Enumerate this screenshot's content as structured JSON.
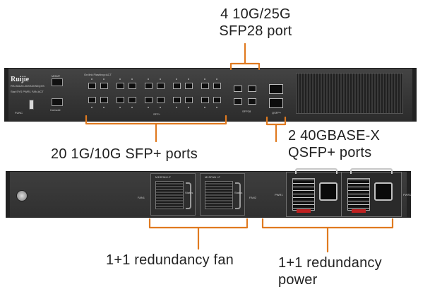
{
  "callouts": {
    "sfp28": {
      "line1": "4  10G/25G",
      "line2": "SFP28 port"
    },
    "sfp": {
      "text": "20 1G/10G SFP+ ports"
    },
    "qsfp": {
      "line1": "2 40GBASE-X",
      "line2": "QSFP+ ports"
    },
    "fan": {
      "text": "1+1 redundancy  fan"
    },
    "psu": {
      "line1": "1+1 redundancy",
      "line2": "power"
    }
  },
  "front_panel": {
    "brand": "Ruijie",
    "model": "RS-S6120-20XS4VS2QXS",
    "mgmt_label": "MGMT",
    "console_label": "Console",
    "func_label": "FUNC",
    "status_leds_label": "Stat SYS PWR1 FAN ACT",
    "sfp_group_label": "SFP+",
    "sfp28_group_label": "SFP28",
    "qsfp_group_label": "QSFP+",
    "led_legend": "On:link  Flashing=ACT"
  },
  "rear_panel": {
    "fan1_model": "M1SFAN I-F",
    "fan2_model": "M1SFAN I-F",
    "fan1_slot_label": "FAN1",
    "fan2_slot_label": "FAN2",
    "fan_status_label": "Status",
    "psu1_slot_label": "PWR1",
    "psu2_slot_label": "PWR2"
  },
  "colors": {
    "bracket": "#e07a20",
    "chassis": "#3b3b3b",
    "text": "#222222"
  }
}
